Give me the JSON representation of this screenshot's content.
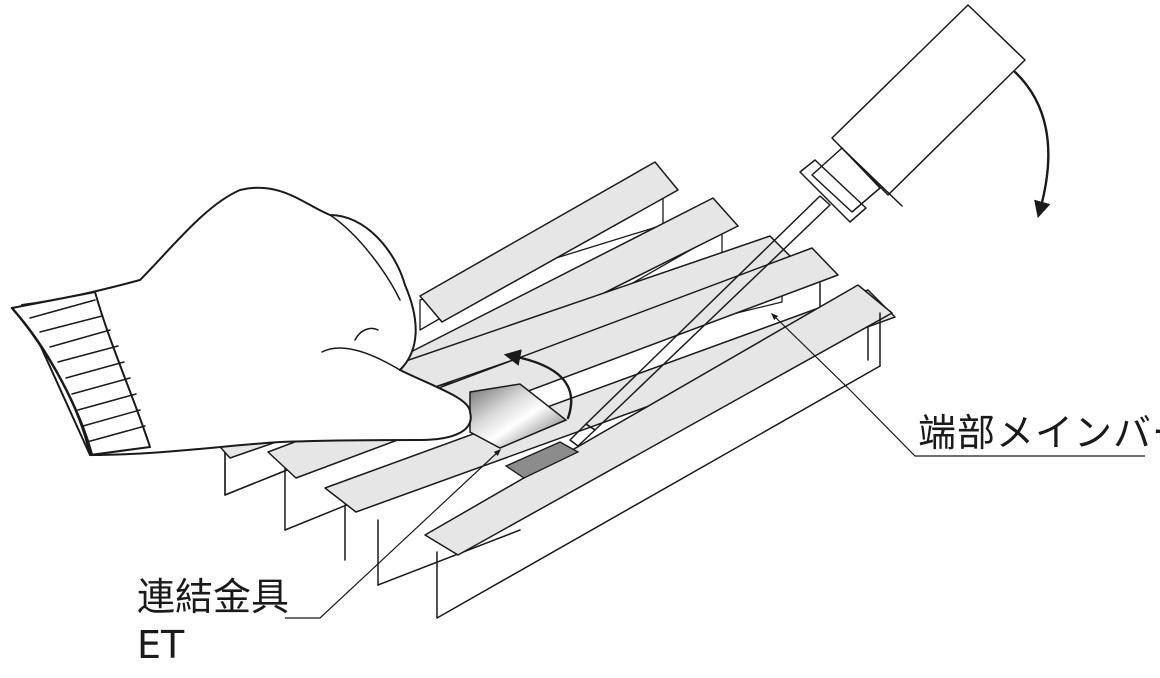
{
  "labels": {
    "end_member": "端部メインバー",
    "connector": "連結金具",
    "connector_code": "ET"
  },
  "colors": {
    "line": "#1a1a1a",
    "bar_fill": "#e6e6e6",
    "metal_light": "#f2f2f2",
    "metal_dark": "#8c8c8c"
  },
  "icons": [
    "glove-hand-icon",
    "screwdriver-icon",
    "rotation-arrow-icon",
    "lift-arrow-icon"
  ]
}
